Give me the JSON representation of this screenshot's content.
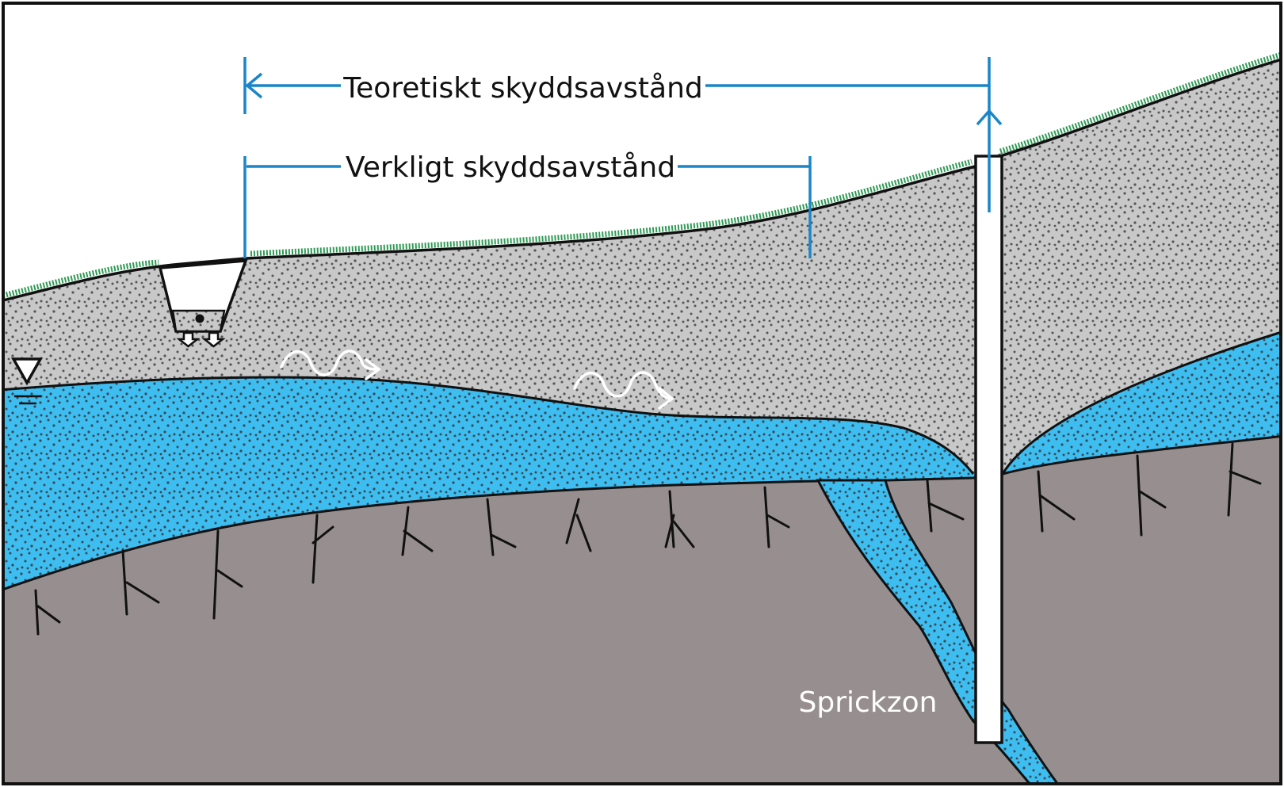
{
  "labels": {
    "theoretical_distance": "Teoretiskt skyddsavstånd",
    "actual_distance": "Verkligt skyddsavstånd",
    "fracture_zone": "Sprickzon"
  },
  "colors": {
    "soil": "#c8c8c8",
    "groundwater": "#3dbdf0",
    "bedrock": "#978f8f",
    "grass": "#2f9a55",
    "dimension": "#1a86c8",
    "outline": "#111111"
  }
}
